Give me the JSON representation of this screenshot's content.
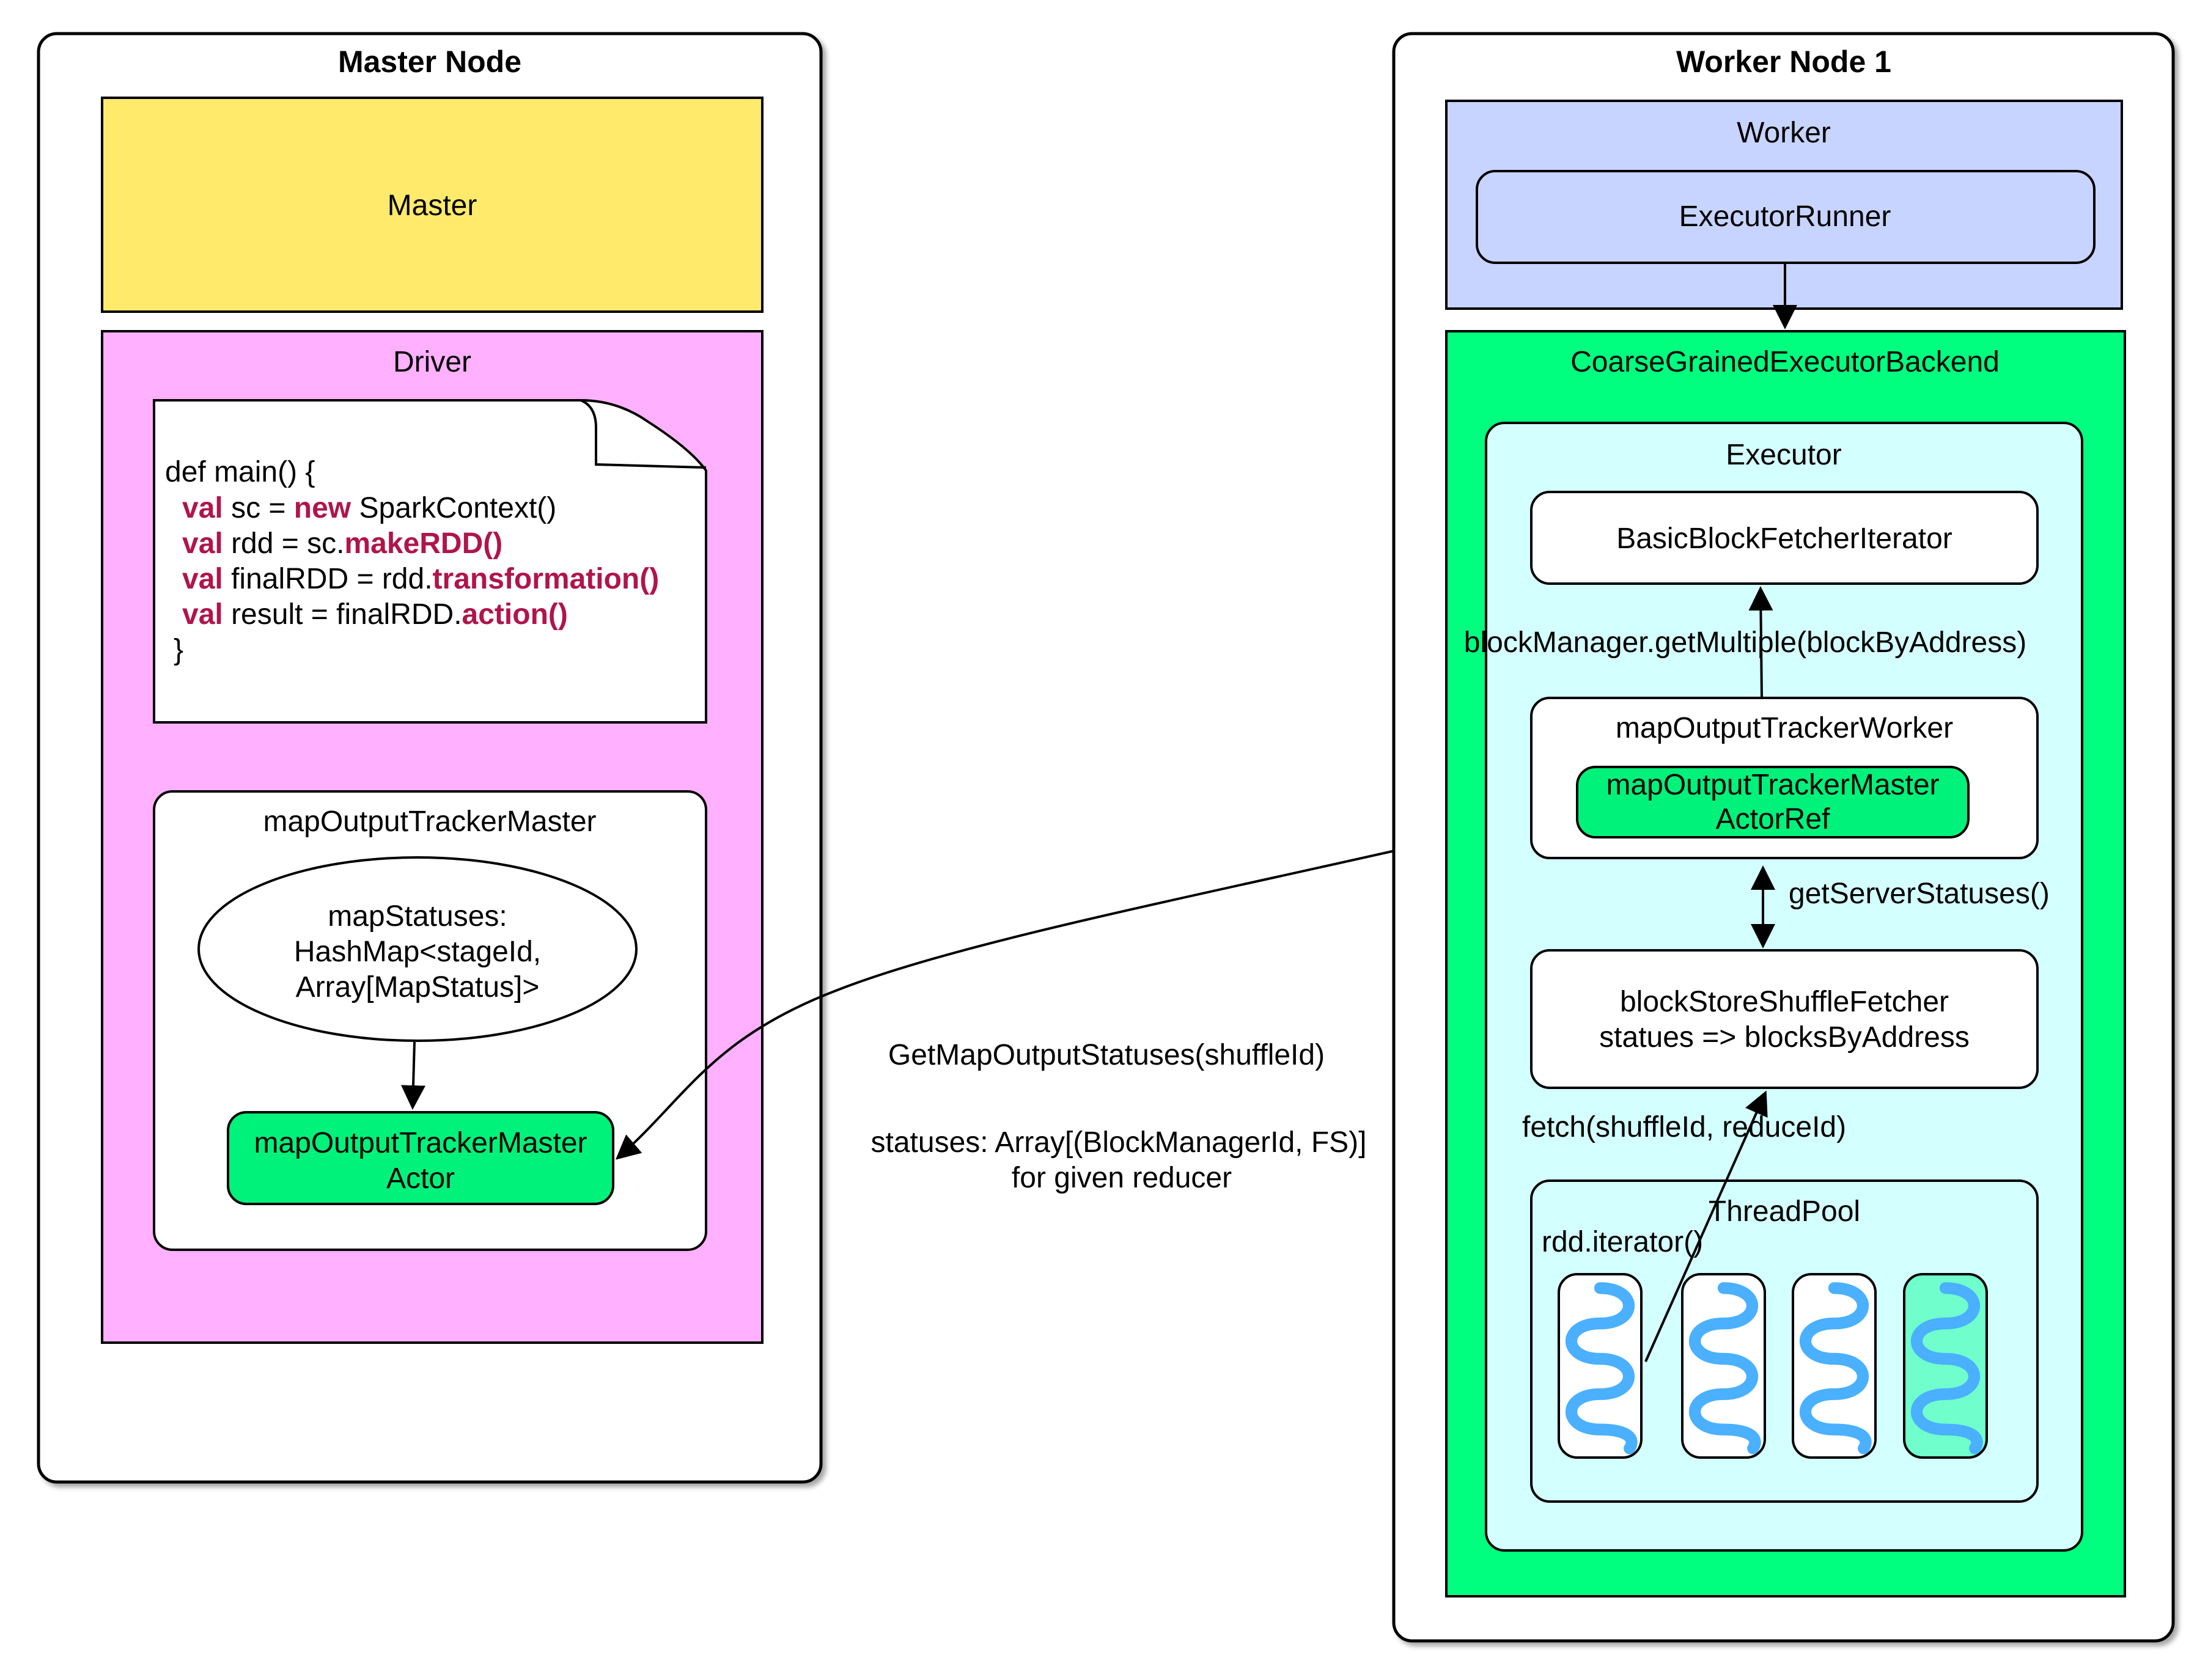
{
  "colors": {
    "master": "#ffea6b",
    "driver": "#ffb0ff",
    "worker": "#c7d4ff",
    "backend": "#00ff7f",
    "executor": "#d4ffff",
    "actor": "#00f27a",
    "thread": "#4ab0ff",
    "thread_active_bg": "#70ffcc"
  },
  "master_node": {
    "title": "Master Node",
    "master_label": "Master",
    "driver_label": "Driver",
    "code": {
      "line1": "def main() {",
      "line2_kw": "val",
      "line2_a": " sc = ",
      "line2_kw2": "new",
      "line2_b": " SparkContext()",
      "line3_kw": "val",
      "line3_a": " rdd = sc.",
      "line3_fn": "makeRDD()",
      "line4_kw": "val",
      "line4_a": " finalRDD = rdd.",
      "line4_fn": "transformation()",
      "line5_kw": "val",
      "line5_a": " result = finalRDD.",
      "line5_fn": "action()",
      "line6": "}"
    },
    "tracker_master": {
      "title": "mapOutputTrackerMaster",
      "statuses_line1": "mapStatuses:",
      "statuses_line2": "HashMap<stageId,",
      "statuses_line3": "Array[MapStatus]>",
      "actor_line1": "mapOutputTrackerMaster",
      "actor_line2": "Actor"
    }
  },
  "messages": {
    "request": "GetMapOutputStatuses(shuffleId)",
    "reply_line1": "statuses: Array[(BlockManagerId, FS)]",
    "reply_line2": "for given reducer"
  },
  "worker_node": {
    "title": "Worker Node 1",
    "worker_label": "Worker",
    "executor_runner": "ExecutorRunner",
    "backend_label": "CoarseGrainedExecutorBackend",
    "executor_label": "Executor",
    "fetcher_iterator": "BasicBlockFetcherIterator",
    "get_multiple": "blockManager.getMultiple(blockByAddress)",
    "tracker_worker": "mapOutputTrackerWorker",
    "actor_ref_line1": "mapOutputTrackerMaster",
    "actor_ref_line2": "ActorRef",
    "get_server_statuses": "getServerStatuses()",
    "shuffle_fetcher_line1": "blockStoreShuffleFetcher",
    "shuffle_fetcher_line2": "statues => blocksByAddress",
    "fetch_call": "fetch(shuffleId, reduceId)",
    "thread_pool": "ThreadPool",
    "rdd_iterator": "rdd.iterator()"
  }
}
